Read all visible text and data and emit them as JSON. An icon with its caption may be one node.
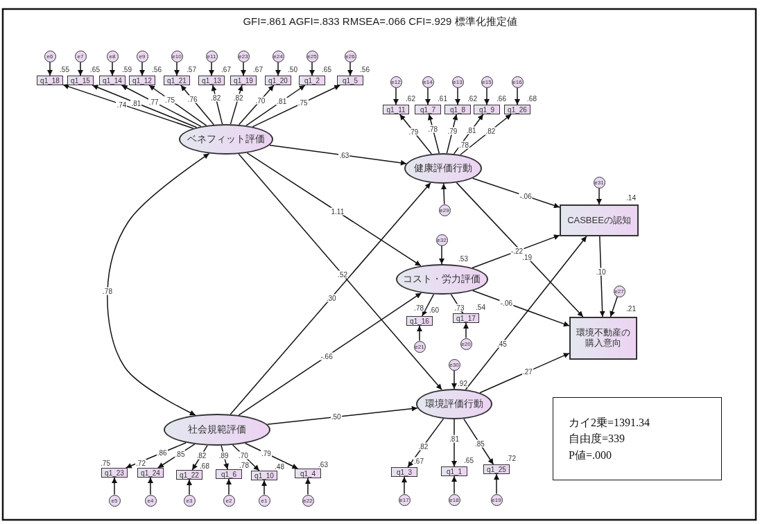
{
  "diagram": {
    "title": "GFI=.861 AGFI=.833 RMSEA=.066 CFI=.929 標準化推定値",
    "nodes": [
      {
        "text": [
          "ベネフィット評価"
        ]
      },
      {
        "text": [
          "健康評価行動"
        ],
        "beside": [
          ".78"
        ]
      },
      {
        "text": [
          "コスト・労力評価"
        ],
        "beside": [
          ".53"
        ]
      },
      {
        "text": [
          "環境評価行動"
        ],
        "beside": [
          ".92"
        ]
      },
      {
        "text": [
          "社会規範評価"
        ]
      },
      {
        "text": [
          "CASBEEの認知"
        ],
        "beside": [
          ".14"
        ]
      },
      {
        "text": [
          "環境不動産の購入意向"
        ],
        "beside": [
          ".21"
        ]
      },
      {
        "text": [
          "カイ2乗=1391.34",
          "自由度=339",
          "P値=.000"
        ]
      },
      {
        "text": [
          "e29"
        ]
      },
      {
        "text": [
          "e32"
        ]
      },
      {
        "text": [
          "e30"
        ]
      },
      {
        "text": [
          "e31"
        ]
      },
      {
        "text": [
          "e27"
        ]
      },
      {
        "text": [
          "q1_18"
        ],
        "beside": [
          ".55"
        ]
      },
      {
        "text": [
          "q1_15"
        ],
        "beside": [
          ".65"
        ]
      },
      {
        "text": [
          "q1_14"
        ],
        "beside": [
          ".59"
        ]
      },
      {
        "text": [
          "q1_12"
        ],
        "beside": [
          ".56"
        ]
      },
      {
        "text": [
          "q1_21"
        ],
        "beside": [
          ".57"
        ]
      },
      {
        "text": [
          "q1_13"
        ],
        "beside": [
          ".67"
        ]
      },
      {
        "text": [
          "q1_19"
        ],
        "beside": [
          ".67"
        ]
      },
      {
        "text": [
          "q1_20"
        ],
        "beside": [
          ".50"
        ]
      },
      {
        "text": [
          "q1_2"
        ],
        "beside": [
          ".65"
        ]
      },
      {
        "text": [
          "q1_5"
        ],
        "beside": [
          ".56"
        ]
      },
      {
        "text": [
          "e6"
        ]
      },
      {
        "text": [
          "e7"
        ]
      },
      {
        "text": [
          "e8"
        ]
      },
      {
        "text": [
          "e9"
        ]
      },
      {
        "text": [
          "e10"
        ]
      },
      {
        "text": [
          "e11"
        ]
      },
      {
        "text": [
          "e23"
        ]
      },
      {
        "text": [
          "e24"
        ]
      },
      {
        "text": [
          "e25"
        ]
      },
      {
        "text": [
          "e26"
        ]
      },
      {
        "text": [
          "q1_11"
        ],
        "beside": [
          ".62"
        ]
      },
      {
        "text": [
          "q1_7"
        ],
        "beside": [
          ".61"
        ]
      },
      {
        "text": [
          "q1_8"
        ],
        "beside": [
          ".62"
        ]
      },
      {
        "text": [
          "q1_9"
        ],
        "beside": [
          ".66"
        ]
      },
      {
        "text": [
          "q1_26"
        ],
        "beside": [
          ".68"
        ]
      },
      {
        "text": [
          "e12"
        ]
      },
      {
        "text": [
          "e14"
        ]
      },
      {
        "text": [
          "e13"
        ]
      },
      {
        "text": [
          "e15"
        ]
      },
      {
        "text": [
          "e16"
        ]
      },
      {
        "text": [
          "q1_16"
        ],
        "beside": [
          ".60"
        ]
      },
      {
        "text": [
          "q1_17"
        ],
        "beside": [
          ".54"
        ]
      },
      {
        "text": [
          "e21"
        ]
      },
      {
        "text": [
          "e20"
        ]
      },
      {
        "text": [
          "q1_3"
        ],
        "beside": [
          ".67"
        ]
      },
      {
        "text": [
          "q1_1"
        ],
        "beside": [
          ".65"
        ]
      },
      {
        "text": [
          "q1_25"
        ],
        "beside": [
          ".72"
        ]
      },
      {
        "text": [
          "e17"
        ]
      },
      {
        "text": [
          "e18"
        ]
      },
      {
        "text": [
          "e19"
        ]
      },
      {
        "text": [
          "q1_23"
        ],
        "beside": [
          ".75"
        ]
      },
      {
        "text": [
          "q1_24"
        ],
        "beside": [
          ".72"
        ]
      },
      {
        "text": [
          "q1_22"
        ],
        "beside": [
          ".68"
        ]
      },
      {
        "text": [
          "q1_6"
        ],
        "beside": [
          ".78"
        ]
      },
      {
        "text": [
          "q1_10"
        ],
        "beside": [
          ".48"
        ]
      },
      {
        "text": [
          "q1_4"
        ],
        "beside": [
          ".63"
        ]
      },
      {
        "text": [
          "e5"
        ]
      },
      {
        "text": [
          "e4"
        ]
      },
      {
        "text": [
          "e3"
        ]
      },
      {
        "text": [
          "e2"
        ]
      },
      {
        "text": [
          "e1"
        ]
      },
      {
        "text": [
          "e22"
        ]
      }
    ],
    "edges": [
      {
        "from": 0,
        "to": 1,
        "arrow": "to",
        "label": ".63"
      },
      {
        "from": 0,
        "to": 2,
        "arrow": "to",
        "label": "1.11"
      },
      {
        "from": 0,
        "to": 3,
        "arrow": "to",
        "label": ".52"
      },
      {
        "from": 4,
        "to": 1,
        "arrow": "to",
        "label": ".30"
      },
      {
        "from": 4,
        "to": 2,
        "arrow": "to",
        "label": "-.66"
      },
      {
        "from": 4,
        "to": 3,
        "arrow": "to",
        "label": ".50"
      },
      {
        "from": 1,
        "to": 5,
        "arrow": "to",
        "label": "-.06"
      },
      {
        "from": 1,
        "to": 6,
        "arrow": "to",
        "label": ".19"
      },
      {
        "from": 2,
        "to": 5,
        "arrow": "to",
        "label": "-.22"
      },
      {
        "from": 2,
        "to": 6,
        "arrow": "to",
        "label": "-.06"
      },
      {
        "from": 3,
        "to": 5,
        "arrow": "to",
        "label": ".45"
      },
      {
        "from": 3,
        "to": 6,
        "arrow": "to",
        "label": ".27"
      },
      {
        "from": 5,
        "to": 6,
        "arrow": "to",
        "label": ".10"
      },
      {
        "from": 0,
        "to": 4,
        "arrow": "both",
        "label": ".78"
      },
      {
        "from": 8,
        "to": 1,
        "arrow": "to"
      },
      {
        "from": 9,
        "to": 2,
        "arrow": "to"
      },
      {
        "from": 10,
        "to": 3,
        "arrow": "to"
      },
      {
        "from": 11,
        "to": 5,
        "arrow": "to"
      },
      {
        "from": 12,
        "to": 6,
        "arrow": "to"
      },
      {
        "from": 0,
        "to": 13,
        "arrow": "to",
        "label": ".74"
      },
      {
        "from": 0,
        "to": 14,
        "arrow": "to",
        "label": ".81"
      },
      {
        "from": 0,
        "to": 15,
        "arrow": "to",
        "label": ".77"
      },
      {
        "from": 0,
        "to": 16,
        "arrow": "to",
        "label": ".75"
      },
      {
        "from": 0,
        "to": 17,
        "arrow": "to",
        "label": ".76"
      },
      {
        "from": 0,
        "to": 18,
        "arrow": "to",
        "label": ".82"
      },
      {
        "from": 0,
        "to": 19,
        "arrow": "to",
        "label": ".82"
      },
      {
        "from": 0,
        "to": 20,
        "arrow": "to",
        "label": ".70"
      },
      {
        "from": 0,
        "to": 21,
        "arrow": "to",
        "label": ".81"
      },
      {
        "from": 0,
        "to": 22,
        "arrow": "to",
        "label": ".75"
      },
      {
        "from": 1,
        "to": 33,
        "arrow": "to",
        "label": ".79"
      },
      {
        "from": 1,
        "to": 34,
        "arrow": "to",
        "label": ".78"
      },
      {
        "from": 1,
        "to": 35,
        "arrow": "to",
        "label": ".79"
      },
      {
        "from": 1,
        "to": 36,
        "arrow": "to",
        "label": ".81"
      },
      {
        "from": 1,
        "to": 37,
        "arrow": "to",
        "label": ".82"
      },
      {
        "from": 2,
        "to": 43,
        "arrow": "to",
        "label": ".78"
      },
      {
        "from": 2,
        "to": 44,
        "arrow": "to",
        "label": ".73"
      },
      {
        "from": 3,
        "to": 47,
        "arrow": "to",
        "label": ".82"
      },
      {
        "from": 3,
        "to": 48,
        "arrow": "to",
        "label": ".81"
      },
      {
        "from": 3,
        "to": 49,
        "arrow": "to",
        "label": ".85"
      },
      {
        "from": 4,
        "to": 53,
        "arrow": "to",
        "label": ".86"
      },
      {
        "from": 4,
        "to": 54,
        "arrow": "to",
        "label": ".85"
      },
      {
        "from": 4,
        "to": 55,
        "arrow": "to",
        "label": ".82"
      },
      {
        "from": 4,
        "to": 56,
        "arrow": "to",
        "label": ".89"
      },
      {
        "from": 4,
        "to": 57,
        "arrow": "to",
        "label": ".70"
      },
      {
        "from": 4,
        "to": 58,
        "arrow": "to",
        "label": ".79"
      },
      {
        "from": 23,
        "to": 13,
        "arrow": "to"
      },
      {
        "from": 24,
        "to": 14,
        "arrow": "to"
      },
      {
        "from": 25,
        "to": 15,
        "arrow": "to"
      },
      {
        "from": 26,
        "to": 16,
        "arrow": "to"
      },
      {
        "from": 27,
        "to": 17,
        "arrow": "to"
      },
      {
        "from": 28,
        "to": 18,
        "arrow": "to"
      },
      {
        "from": 29,
        "to": 19,
        "arrow": "to"
      },
      {
        "from": 30,
        "to": 20,
        "arrow": "to"
      },
      {
        "from": 31,
        "to": 21,
        "arrow": "to"
      },
      {
        "from": 32,
        "to": 22,
        "arrow": "to"
      },
      {
        "from": 38,
        "to": 33,
        "arrow": "to"
      },
      {
        "from": 39,
        "to": 34,
        "arrow": "to"
      },
      {
        "from": 40,
        "to": 35,
        "arrow": "to"
      },
      {
        "from": 41,
        "to": 36,
        "arrow": "to"
      },
      {
        "from": 42,
        "to": 37,
        "arrow": "to"
      },
      {
        "from": 45,
        "to": 43,
        "arrow": "to"
      },
      {
        "from": 46,
        "to": 44,
        "arrow": "to"
      },
      {
        "from": 50,
        "to": 47,
        "arrow": "to"
      },
      {
        "from": 51,
        "to": 48,
        "arrow": "to"
      },
      {
        "from": 52,
        "to": 49,
        "arrow": "to"
      },
      {
        "from": 59,
        "to": 53,
        "arrow": "to"
      },
      {
        "from": 60,
        "to": 54,
        "arrow": "to"
      },
      {
        "from": 61,
        "to": 55,
        "arrow": "to"
      },
      {
        "from": 62,
        "to": 56,
        "arrow": "to"
      },
      {
        "from": 63,
        "to": 57,
        "arrow": "to"
      },
      {
        "from": 64,
        "to": 58,
        "arrow": "to"
      }
    ]
  }
}
